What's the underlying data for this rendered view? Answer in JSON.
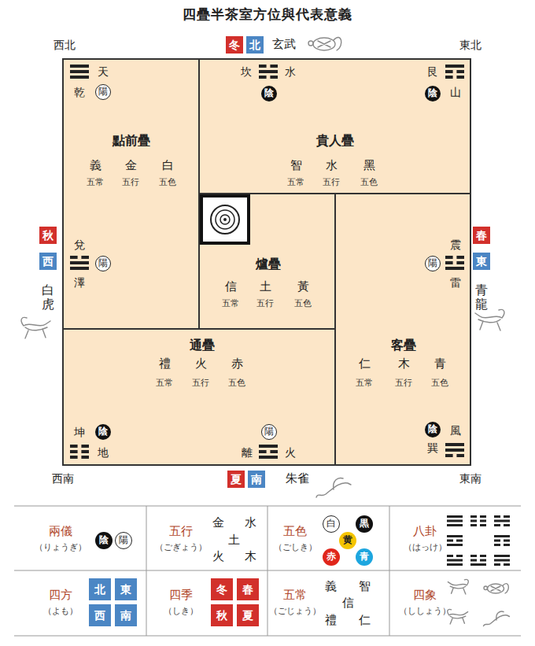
{
  "diagram": {
    "title": "四疊半茶室方位與代表意義",
    "nodes": [
      {
        "text": [
          "點前疊",
          "義",
          "金",
          "白",
          "五常",
          "五行",
          "五色",
          "乾",
          "天",
          "兌",
          "澤"
        ]
      },
      {
        "text": [
          "陽"
        ],
        "in": 0
      },
      {
        "text": [
          "陽"
        ],
        "in": 0
      },
      {
        "text": [
          "貴人疊",
          "智",
          "水",
          "黑",
          "五常",
          "五行",
          "五色",
          "坎",
          "水",
          "艮",
          "山"
        ]
      },
      {
        "text": [
          "陰"
        ],
        "in": 3
      },
      {
        "text": [
          "陰"
        ],
        "in": 3
      },
      {
        "text": [
          "爐疊",
          "信",
          "土",
          "黃",
          "五常",
          "五行",
          "五色"
        ]
      },
      {
        "text": [
          "通疊",
          "禮",
          "火",
          "赤",
          "五常",
          "五行",
          "五色",
          "坤",
          "地",
          "離",
          "火"
        ]
      },
      {
        "text": [
          "陰"
        ],
        "in": 7
      },
      {
        "text": [
          "陽"
        ],
        "in": 7
      },
      {
        "text": [
          "客疊",
          "仁",
          "木",
          "青",
          "五常",
          "五行",
          "五色",
          "震",
          "雷",
          "巽",
          "風"
        ]
      },
      {
        "text": [
          "陽"
        ],
        "in": 10
      },
      {
        "text": [
          "陰"
        ],
        "in": 10
      },
      {
        "text": [
          "冬"
        ]
      },
      {
        "text": [
          "北"
        ]
      },
      {
        "text": [
          "秋"
        ]
      },
      {
        "text": [
          "西"
        ]
      },
      {
        "text": [
          "春"
        ]
      },
      {
        "text": [
          "東"
        ]
      },
      {
        "text": [
          "夏"
        ]
      },
      {
        "text": [
          "南"
        ]
      },
      {
        "text": [
          "陰"
        ]
      },
      {
        "text": [
          "陽"
        ]
      },
      {
        "text": [
          "白"
        ]
      },
      {
        "text": [
          "黒"
        ]
      },
      {
        "text": [
          "黄"
        ]
      },
      {
        "text": [
          "赤"
        ]
      },
      {
        "text": [
          "青"
        ]
      },
      {
        "text": [
          "北"
        ]
      },
      {
        "text": [
          "東"
        ]
      },
      {
        "text": [
          "西"
        ]
      },
      {
        "text": [
          "南"
        ]
      },
      {
        "text": [
          "冬"
        ]
      },
      {
        "text": [
          "春"
        ]
      },
      {
        "text": [
          "秋"
        ]
      },
      {
        "text": [
          "夏"
        ]
      }
    ],
    "labels": [
      "西北",
      "東北",
      "玄武",
      "白虎",
      "青龍",
      "西南",
      "東南",
      "朱雀",
      "兩儀",
      "（りょうぎ）",
      "五行",
      "（ごぎょう）",
      "金",
      "水",
      "土",
      "火",
      "木",
      "五色",
      "（ごしき）",
      "八卦",
      "（はっけ）",
      "四方",
      "（よも）",
      "四季",
      "（しき）",
      "五常",
      "（ごじょう）",
      "義",
      "智",
      "信",
      "禮",
      "仁",
      "四象",
      "（ししょう）"
    ]
  }
}
